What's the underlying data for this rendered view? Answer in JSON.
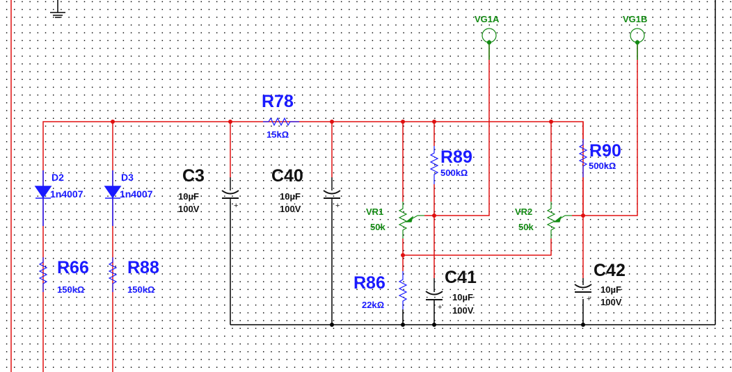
{
  "colors": {
    "wire": "#e01010",
    "resistor": "#1a1aff",
    "capacitor": "#111111",
    "potentiometer": "#138a13",
    "ground_wire": "#000000"
  },
  "components": {
    "D2": {
      "ref": "D2",
      "value": "1n4007"
    },
    "D3": {
      "ref": "D3",
      "value": "1n4007"
    },
    "R66": {
      "ref": "R66",
      "value": "150kΩ"
    },
    "R88": {
      "ref": "R88",
      "value": "150kΩ"
    },
    "R78": {
      "ref": "R78",
      "value": "15kΩ"
    },
    "C3": {
      "ref": "C3",
      "value": "10µF",
      "voltage": "100V"
    },
    "C40": {
      "ref": "C40",
      "value": "10µF",
      "voltage": "100V"
    },
    "R89": {
      "ref": "R89",
      "value": "500kΩ"
    },
    "R90": {
      "ref": "R90",
      "value": "500kΩ"
    },
    "VR1": {
      "ref": "VR1",
      "value": "50k"
    },
    "VR2": {
      "ref": "VR2",
      "value": "50k"
    },
    "R86": {
      "ref": "R86",
      "value": "22kΩ"
    },
    "C41": {
      "ref": "C41",
      "value": "10µF",
      "voltage": "100V"
    },
    "C42": {
      "ref": "C42",
      "value": "10µF",
      "voltage": "100V"
    },
    "VG1A": {
      "ref": "VG1A"
    },
    "VG1B": {
      "ref": "VG1B"
    }
  }
}
